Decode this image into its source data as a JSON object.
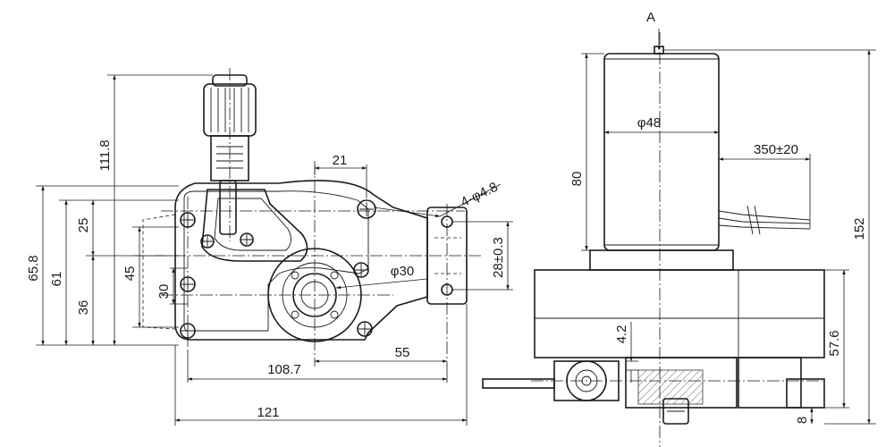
{
  "dimensions": {
    "d_121": "121",
    "d_108_7": "108.7",
    "d_55": "55",
    "d_21": "21",
    "d_111_8": "111.8",
    "d_65_8": "65.8",
    "d_61": "61",
    "d_45": "45",
    "d_36": "36",
    "d_25": "25",
    "d_30": "30",
    "d_phi30": "φ30",
    "d_4phi4_8": "4-φ4.8",
    "d_28": "28±0.3",
    "d_phi48": "φ48",
    "d_80": "80",
    "d_350": "350±20",
    "d_152": "152",
    "d_57_6": "57.6",
    "d_4_2": "4.2",
    "d_8": "8"
  },
  "view_marker": "A"
}
